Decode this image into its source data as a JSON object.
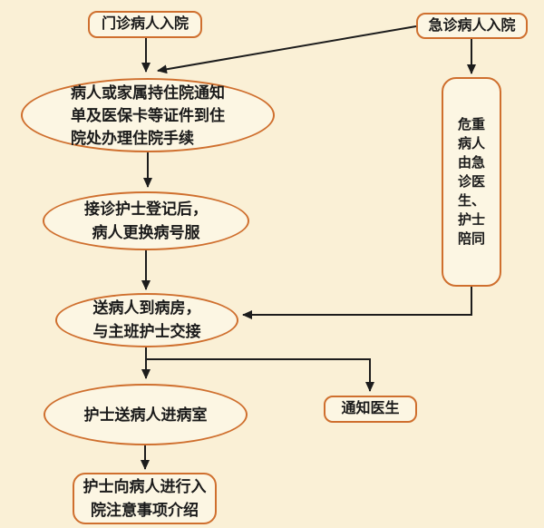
{
  "nodes": {
    "outpatient": {
      "label": "门诊病人入院"
    },
    "emergency": {
      "label": "急诊病人入院"
    },
    "procedure": {
      "label": "病人或家属持住院通知\n单及医保卡等证件到住\n院处办理住院手续"
    },
    "critical": {
      "label": "危重\n病人\n由急\n诊医\n生、\n护士\n陪同"
    },
    "register": {
      "label": "接诊护士登记后，\n病人更换病号服"
    },
    "to_ward": {
      "label": "送病人到病房，\n与主班护士交接"
    },
    "to_room": {
      "label": "护士送病人进病室"
    },
    "notify": {
      "label": "通知医生"
    },
    "intro": {
      "label": "护士向病人进行入\n院注意事项介绍"
    }
  },
  "colors": {
    "background": "#faf0d6",
    "node_fill": "#fcf6e3",
    "node_border": "#cf6f2e",
    "line": "#1c1c1c",
    "text": "#1a1a1a"
  }
}
